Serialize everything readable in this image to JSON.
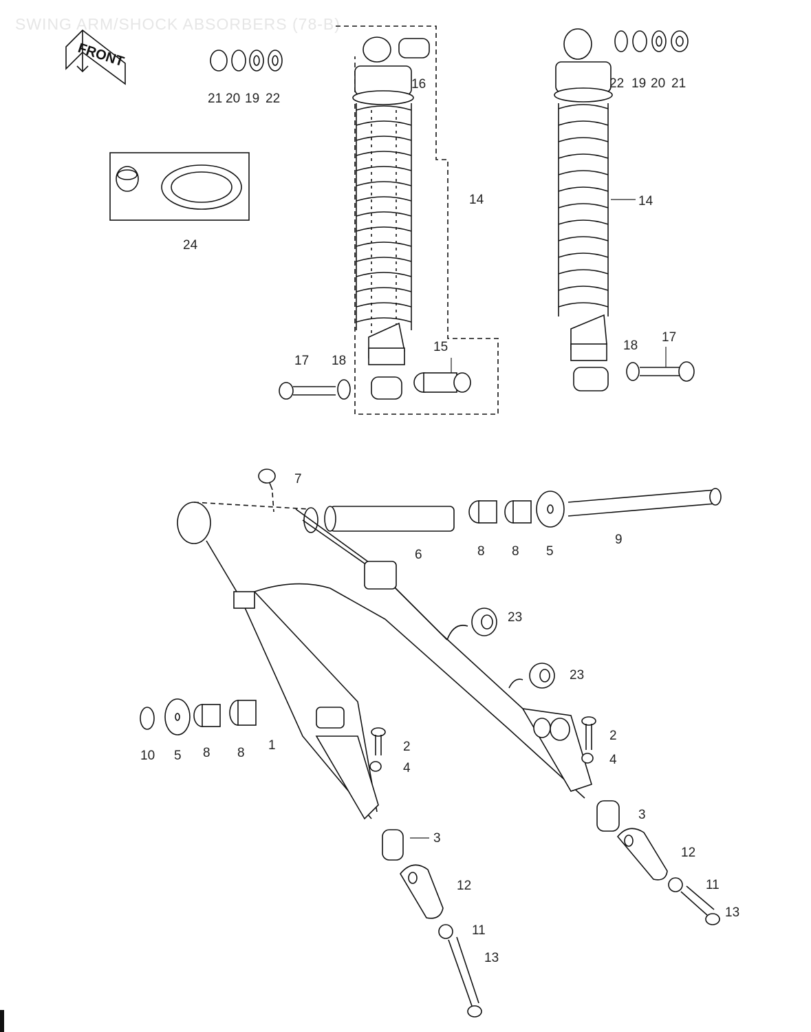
{
  "page": {
    "title": "SWING ARM/SHOCK ABSORBERS (78-B)",
    "front_label": "FRONT"
  },
  "callouts": {
    "front_shock_washers": [
      "21",
      "20",
      "19",
      "22"
    ],
    "rear_shock_washers": [
      "22",
      "19",
      "20",
      "21"
    ],
    "kit": "24",
    "shock_absorber_left": "14",
    "shock_absorber_right": "14",
    "upper_bush": "16",
    "lower_collar": "15",
    "left_bolt": "17",
    "left_washer": "18",
    "right_bolt": "17",
    "right_washer": "18",
    "grease_nipple": "7",
    "sleeve": "6",
    "bush_a": "8",
    "bush_b": "8",
    "cap_right": "5",
    "pivot_shaft": "9",
    "guide_upper": "23",
    "guide_lower": "23",
    "nut_left": "10",
    "cap_left": "5",
    "bush_c": "8",
    "bush_d": "8",
    "swing_arm": "1",
    "bolt_left": "2",
    "nut_left_small": "4",
    "bolt_right": "2",
    "nut_right_small": "4",
    "spacer_left": "3",
    "spacer_right": "3",
    "adjuster_left": "12",
    "adjuster_right": "12",
    "nut_left_chain": "11",
    "nut_right_chain": "11",
    "bolt_left_chain": "13",
    "bolt_right_chain": "13"
  }
}
